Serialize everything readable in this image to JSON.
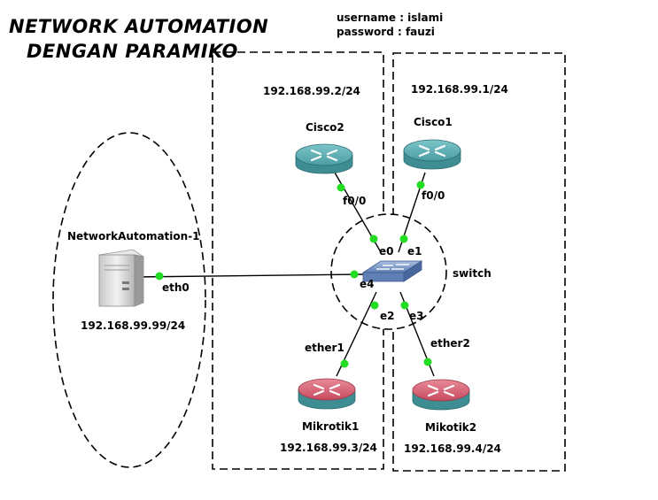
{
  "title": {
    "line1": "NETWORK AUTOMATION",
    "line2": "DENGAN PARAMIKO"
  },
  "credentials": {
    "username": "username : islami",
    "password": "password : fauzi"
  },
  "nodes": {
    "automation": {
      "name": "NetworkAutomation-1",
      "ip": "192.168.99.99/24",
      "iface": "eth0",
      "icon": "server-icon"
    },
    "cisco2": {
      "name": "Cisco2",
      "ip": "192.168.99.2/24",
      "iface": "f0/0",
      "icon": "router-icon",
      "color": "#4a9ea3"
    },
    "cisco1": {
      "name": "Cisco1",
      "ip": "192.168.99.1/24",
      "iface": "f0/0",
      "icon": "router-icon",
      "color": "#4a9ea3"
    },
    "switch": {
      "name": "switch",
      "icon": "switch-icon",
      "ports": {
        "e0": "e0",
        "e1": "e1",
        "e2": "e2",
        "e3": "e3",
        "e4": "e4"
      }
    },
    "mikrotik1": {
      "name": "Mikrotik1",
      "ip": "192.168.99.3/24",
      "iface": "ether1",
      "icon": "router-icon",
      "color": "#c64b5f"
    },
    "mikrotik2": {
      "name": "Mikotik2",
      "ip": "192.168.99.4/24",
      "iface": "ether2",
      "icon": "router-icon",
      "color": "#c64b5f"
    }
  },
  "link_status_color": "#22dd22"
}
